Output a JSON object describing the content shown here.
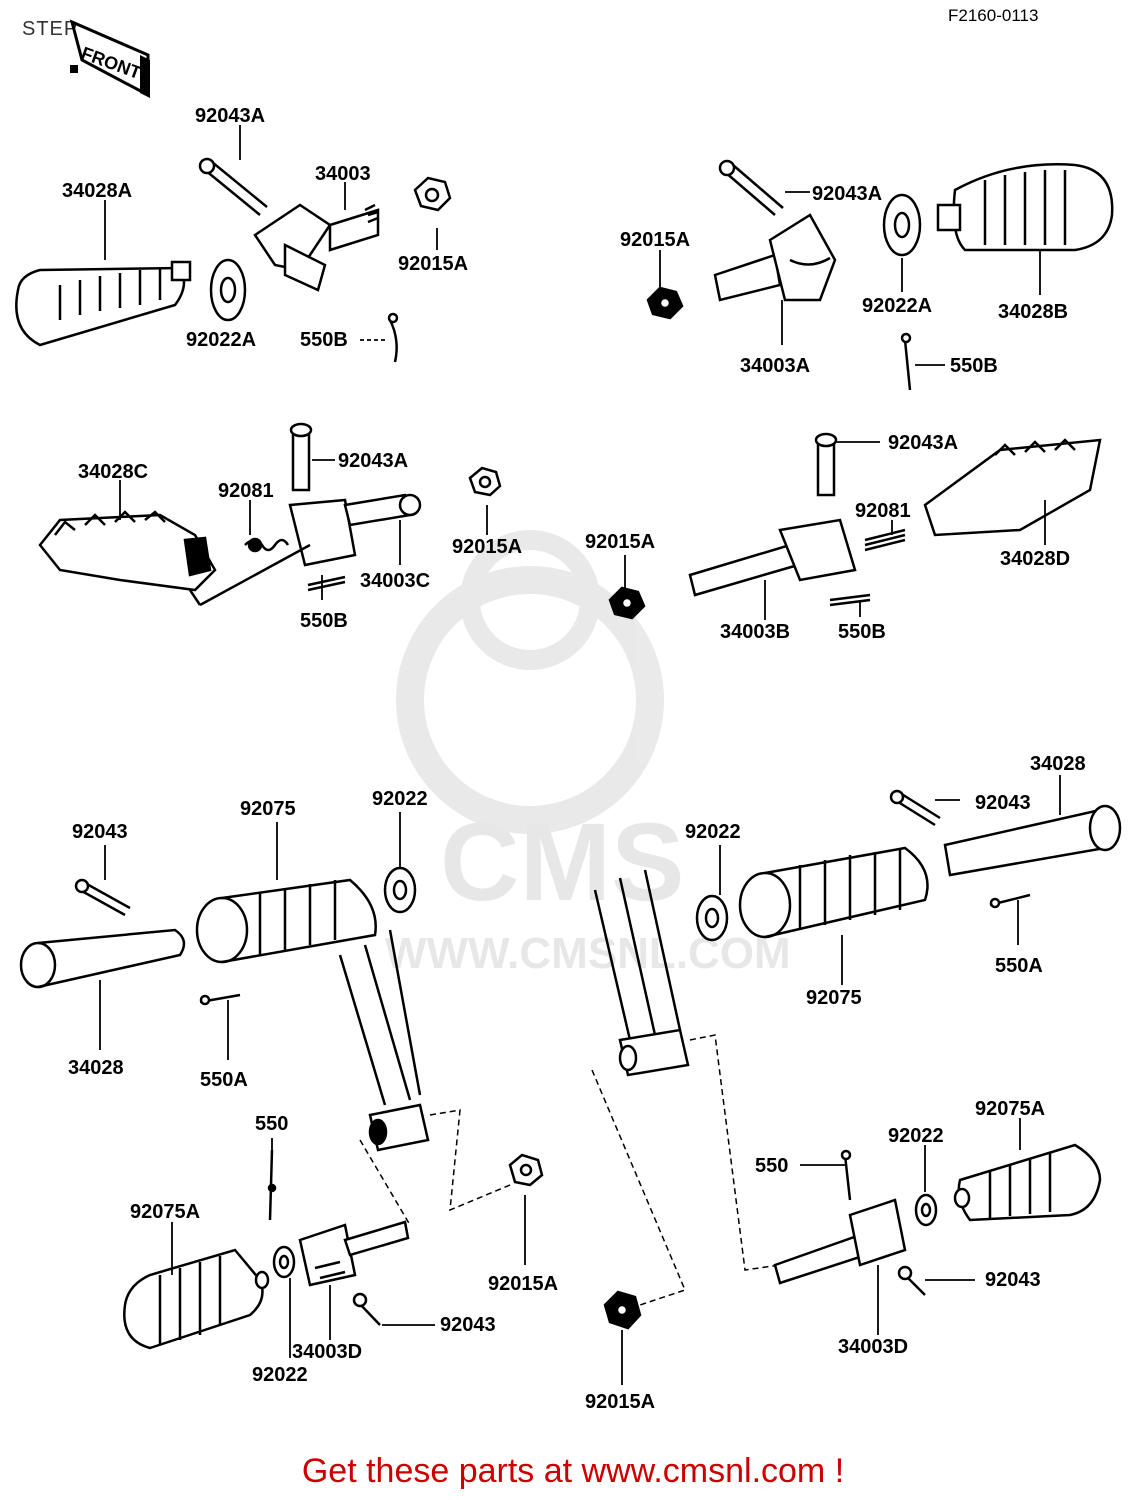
{
  "page_title": "STEP",
  "diagram_code": "F2160-0113",
  "front_label": "FRONT",
  "watermark": {
    "brand": "CMS",
    "url": "WWW.CMSNL.COM"
  },
  "footer": {
    "text": "Get these parts at www.cmsnl.com !"
  },
  "callouts": {
    "c1": "92043A",
    "c2": "34003",
    "c3": "34028A",
    "c4": "92015A",
    "c5": "92022A",
    "c6": "550B",
    "c7": "92043A",
    "c8": "92015A",
    "c9": "92022A",
    "c10": "34028B",
    "c11": "34003A",
    "c12": "550B",
    "c13": "34028C",
    "c14": "92043A",
    "c15": "92081",
    "c16": "92015A",
    "c17": "34003C",
    "c18": "550B",
    "c19": "92015A",
    "c20": "92043A",
    "c21": "92081",
    "c22": "34028D",
    "c23": "34003B",
    "c24": "550B",
    "c25": "92043",
    "c26": "92075",
    "c27": "92022",
    "c28": "34028",
    "c29": "550A",
    "c30": "34028",
    "c31": "92043",
    "c32": "92022",
    "c33": "92075",
    "c34": "550A",
    "c35": "550",
    "c36": "92075A",
    "c37": "92015A",
    "c38": "92043",
    "c39": "34003D",
    "c40": "92022",
    "c41": "92015A",
    "c42": "92075A",
    "c43": "92022",
    "c44": "550",
    "c45": "92043",
    "c46": "34003D"
  }
}
